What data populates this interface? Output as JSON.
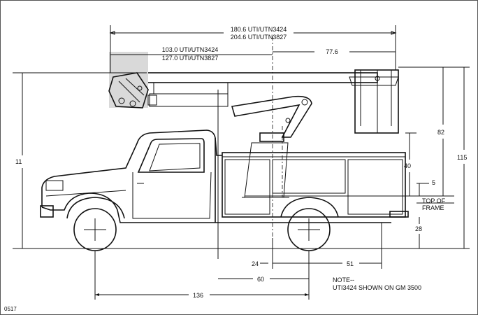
{
  "dimensions": {
    "overall_length_a": "180.6 UTI/UTN3424",
    "overall_length_b": "204.6 UTI/UTN3827",
    "boom_reach_a": "103.0 UTI/UTN3424",
    "boom_reach_b": "127.0 UTI/UTN3827",
    "bucket_offset": "77.6",
    "height_left": "11",
    "platform_height": "82",
    "overall_height": "115",
    "pedestal_height": "40",
    "frame_gap": "5",
    "top_of_frame_line1": "TOP OF",
    "top_of_frame_line2": "FRAME",
    "frame_height": "28",
    "rear_axle_offset": "24",
    "rear_overhang": "51",
    "cab_to_axle": "60",
    "wheelbase": "136"
  },
  "note": {
    "line1": "NOTE--",
    "line2": "UTI3424 SHOWN ON GM 3500"
  },
  "drawing_number": "0517"
}
